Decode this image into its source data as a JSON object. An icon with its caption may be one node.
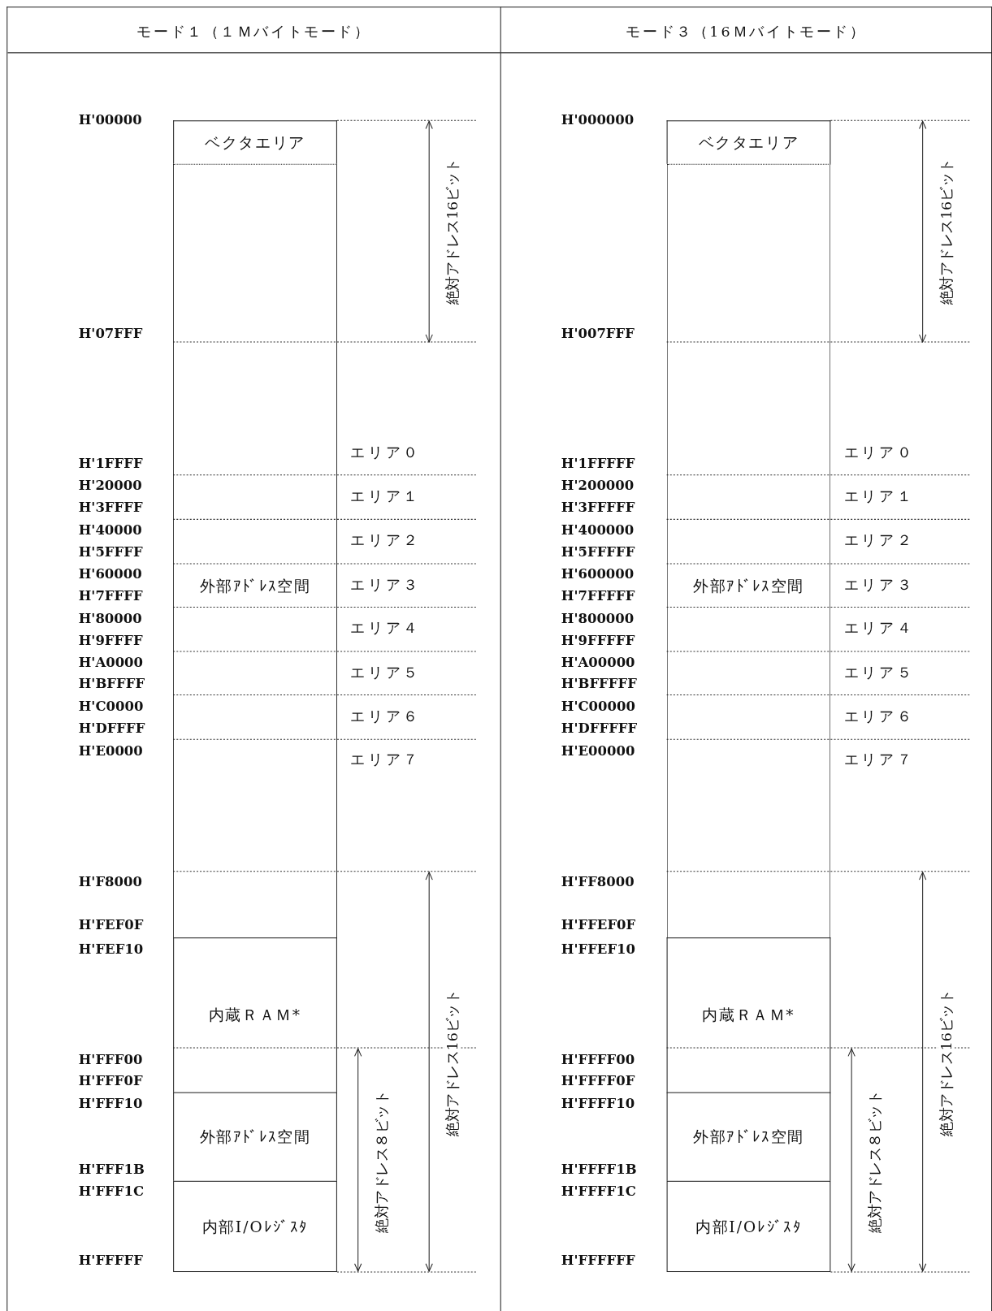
{
  "diagram": {
    "nodes": [
      {
        "text": [
          "モード１（１Ｍバイトモード）"
        ]
      },
      {
        "text": [
          "ベクタエリア"
        ],
        "in": 0
      },
      {
        "text": [
          "外部ｱﾄﾞﾚｽ空間"
        ],
        "in": 0
      },
      {
        "text": [
          "内蔵ＲＡＭ*"
        ],
        "in": 0
      },
      {
        "text": [
          "外部ｱﾄﾞﾚｽ空間"
        ],
        "in": 0
      },
      {
        "text": [
          "内部I/Oﾚｼﾞｽﾀ"
        ],
        "in": 0
      },
      {
        "text": [
          "モード３（16Ｍバイトモード）"
        ]
      },
      {
        "text": [
          "ベクタエリア"
        ],
        "in": 6
      },
      {
        "text": [
          "外部ｱﾄﾞﾚｽ空間"
        ],
        "in": 6
      },
      {
        "text": [
          "内蔵ＲＡＭ*"
        ],
        "in": 6
      },
      {
        "text": [
          "外部ｱﾄﾞﾚｽ空間"
        ],
        "in": 6
      },
      {
        "text": [
          "内部I/Oﾚｼﾞｽﾀ"
        ],
        "in": 6
      }
    ],
    "edges": [],
    "labels": [
      "H'00000",
      "H'07FFF",
      "H'1FFFF",
      "H'20000",
      "H'3FFFF",
      "H'40000",
      "H'5FFFF",
      "H'60000",
      "H'7FFFF",
      "H'80000",
      "H'9FFFF",
      "H'A0000",
      "H'BFFFF",
      "H'C0000",
      "H'DFFFF",
      "H'E0000",
      "H'F8000",
      "H'FEF0F",
      "H'FEF10",
      "H'FFF00",
      "H'FFF0F",
      "H'FFF10",
      "H'FFF1B",
      "H'FFF1C",
      "H'FFFFF",
      "エリア０",
      "エリア１",
      "エリア２",
      "エリア３",
      "エリア４",
      "エリア５",
      "エリア６",
      "エリア７",
      "絶対アドレス16ビット",
      "絶対アドレス16ビット",
      "絶対アドレス８ビット",
      "H'000000",
      "H'007FFF",
      "H'1FFFFF",
      "H'200000",
      "H'3FFFFF",
      "H'400000",
      "H'5FFFFF",
      "H'600000",
      "H'7FFFFF",
      "H'800000",
      "H'9FFFFF",
      "H'A00000",
      "H'BFFFFF",
      "H'C00000",
      "H'DFFFFF",
      "H'E00000",
      "H'FF8000",
      "H'FFEF0F",
      "H'FFEF10",
      "H'FFFF00",
      "H'FFFF0F",
      "H'FFFF10",
      "H'FFFF1B",
      "H'FFFF1C",
      "H'FFFFFF",
      "エリア０",
      "エリア１",
      "エリア２",
      "エリア３",
      "エリア４",
      "エリア５",
      "エリア６",
      "エリア７",
      "絶対アドレス16ビット",
      "絶対アドレス16ビット",
      "絶対アドレス８ビット"
    ]
  }
}
